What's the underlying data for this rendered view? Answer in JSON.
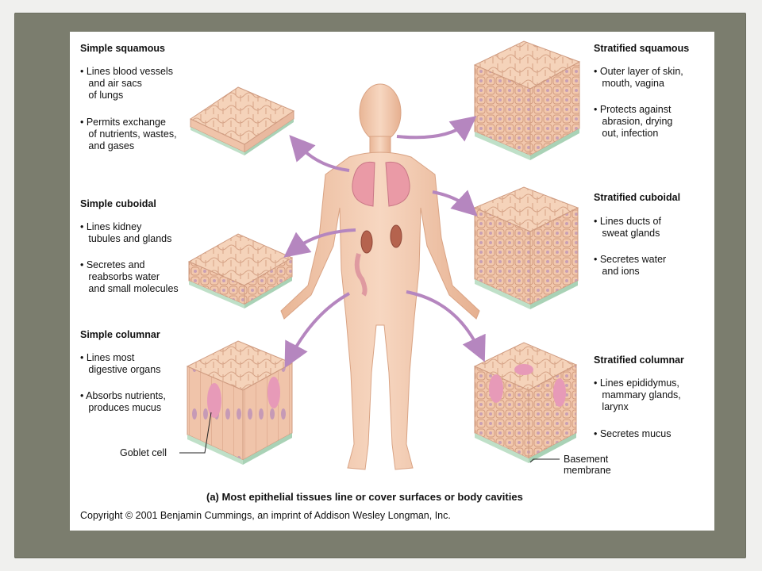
{
  "tissues": [
    {
      "title": "Simple squamous",
      "bullets": [
        "• Lines blood vessels\n   and air sacs\n   of lungs",
        "• Permits exchange\n   of nutrients, wastes,\n   and gases"
      ]
    },
    {
      "title": "Simple cuboidal",
      "bullets": [
        "• Lines kidney\n   tubules and glands",
        "• Secretes and\n   reabsorbs water\n   and small molecules"
      ]
    },
    {
      "title": "Simple columnar",
      "bullets": [
        "• Lines most\n   digestive organs",
        "• Absorbs nutrients,\n   produces mucus"
      ]
    },
    {
      "title": "Stratified squamous",
      "bullets": [
        "• Outer layer of skin,\n   mouth, vagina",
        "• Protects against\n   abrasion, drying\n   out, infection"
      ]
    },
    {
      "title": "Stratified cuboidal",
      "bullets": [
        "• Lines ducts of\n   sweat glands",
        "• Secretes water\n   and ions"
      ]
    },
    {
      "title": "Stratified columnar",
      "bullets": [
        "• Lines epididymus,\n   mammary glands,\n   larynx",
        "• Secretes mucus"
      ]
    }
  ],
  "labels": {
    "goblet_cell": "Goblet cell",
    "basement_membrane": "Basement\nmembrane"
  },
  "caption": "(a) Most epithelial tissues line or cover surfaces or body cavities",
  "copyright": "Copyright © 2001 Benjamin Cummings, an imprint of Addison Wesley Longman, Inc.",
  "colors": {
    "background": "#7b7d6e",
    "arrow": "#b586bf",
    "skin": "#f3cdb4",
    "tissue": "#f6d2b8",
    "basement": "#bfe0c8"
  }
}
